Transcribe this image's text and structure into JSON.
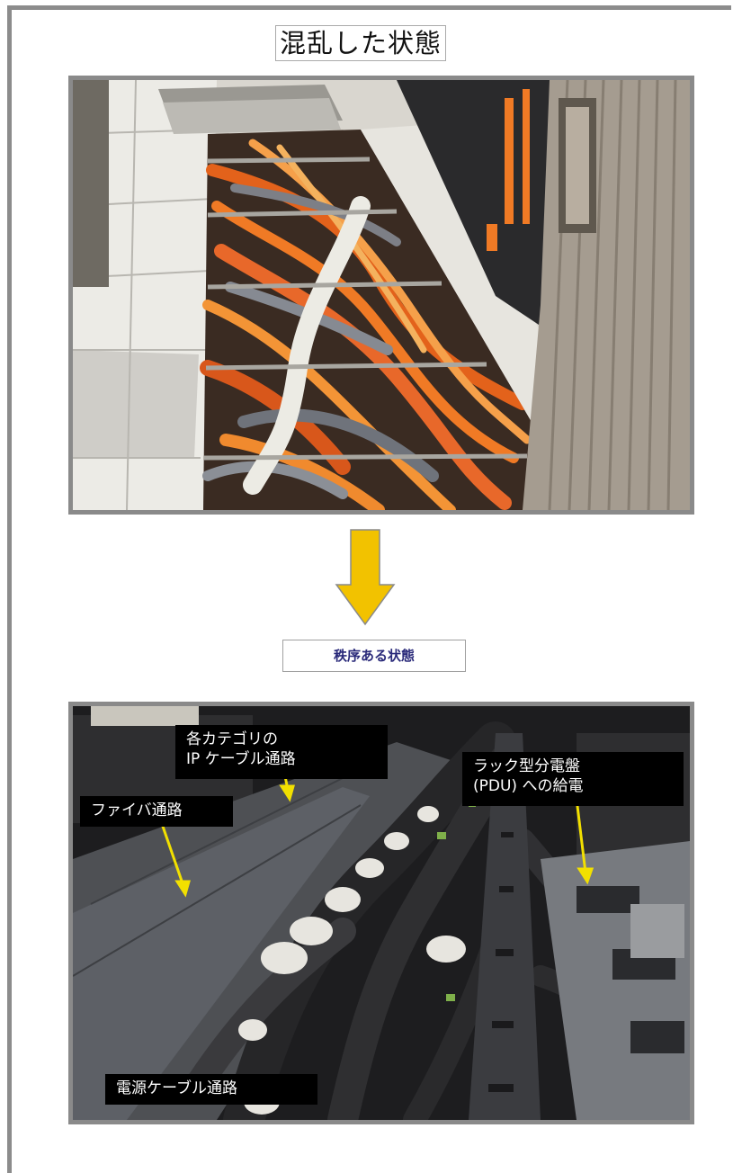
{
  "top_section": {
    "title": "混乱した状態"
  },
  "transition": {
    "arrow_icon": "down-arrow-icon",
    "arrow_color": "#f2c200",
    "label": "秩序ある状態"
  },
  "bottom_section": {
    "labels": {
      "ip_cable_path": "各カテゴリの\nIP ケーブル通路",
      "pdu_feed": "ラック型分電盤\n(PDU) への給電",
      "fiber_path": "ファイバ通路",
      "power_cable_path": "電源ケーブル通路"
    },
    "pointer_color": "#f2e000"
  }
}
